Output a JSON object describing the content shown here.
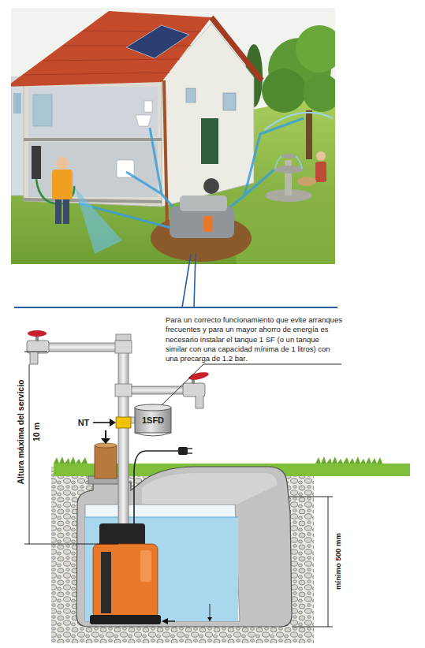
{
  "diagram": {
    "nodes": [
      {
        "text": [
          "1SFD"
        ]
      }
    ],
    "labels": [
      "Para un correcto funcionamiento que evite arranques frecuentes y para un mayor ahorro de energía es necesario instalar el tanque 1 SF (o un tanque similar con una capacidad mínima de 1 litros) con una precarga de 1.2 bar.",
      "NT",
      "Altura máxima del servicio",
      "10 m",
      "mínimo 500 mm"
    ]
  }
}
